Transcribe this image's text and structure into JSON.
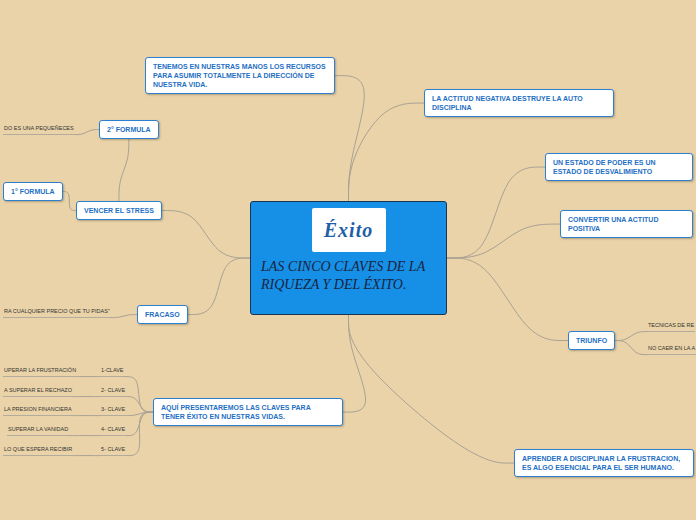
{
  "diagram": {
    "nodes": [
      {
        "text": [
          "LAS CINCO CLAVES DE LA RIQUEZA Y DEL ÉXITO."
        ]
      },
      {
        "text": [
          "TENEMOS EN NUESTRAS MANOS LOS RECURSOS PARA ASUMIR TOTALMENTE LA DIRECCIÓN DE NUESTRA VIDA."
        ]
      },
      {
        "text": [
          "2° FORMULA"
        ]
      },
      {
        "text": [
          "DO ES UNA PEQUEÑECES"
        ]
      },
      {
        "text": [
          "1° FORMULA"
        ]
      },
      {
        "text": [
          "VENCER EL STRESS"
        ]
      },
      {
        "text": [
          "FRACASO"
        ]
      },
      {
        "text": [
          "RA CUALQUIER PRECIO QUE TU PIDAS\""
        ]
      },
      {
        "text": [
          "AQUÍ PRESENTAREMOS LAS CLAVES PARA TENER ÉXITO EN NUESTRAS VIDAS."
        ]
      },
      {
        "text": [
          "1-CLAVE"
        ]
      },
      {
        "text": [
          "UPERAR LA FRUSTRACIÓN"
        ]
      },
      {
        "text": [
          "2- CLAVE"
        ]
      },
      {
        "text": [
          "A SUPERAR EL RECHAZO"
        ]
      },
      {
        "text": [
          "3- CLAVE"
        ]
      },
      {
        "text": [
          "LA PRESION FINANCIERA"
        ]
      },
      {
        "text": [
          "4- CLAVE"
        ]
      },
      {
        "text": [
          "SUPERAR LA VANIDAD"
        ]
      },
      {
        "text": [
          "5- CLAVE"
        ]
      },
      {
        "text": [
          "LO QUE ESPERA RECIBIR"
        ]
      },
      {
        "text": [
          "LA ACTITUD NEGATIVA DESTRUYE LA AUTO DISCIPLINA"
        ]
      },
      {
        "text": [
          "UN ESTADO DE PODER ES UN ESTADO DE DESVALIMIENTO"
        ]
      },
      {
        "text": [
          "CONVERTIR UNA ACTITUD POSITIVA"
        ]
      },
      {
        "text": [
          "TRIUNFO"
        ]
      },
      {
        "text": [
          "TECNICAS DE RE"
        ]
      },
      {
        "text": [
          "NO CAER EN LA A"
        ]
      },
      {
        "text": [
          "APRENDER A DISCIPLINAR LA FRUSTRACION, ES ALGO ESENCIAL PARA EL SER HUMANO."
        ]
      }
    ],
    "edges": [
      {
        "from": 0,
        "to": 1,
        "arrow": "none"
      },
      {
        "from": 0,
        "to": 5,
        "arrow": "none"
      },
      {
        "from": 5,
        "to": 2,
        "arrow": "none"
      },
      {
        "from": 2,
        "to": 3,
        "arrow": "none"
      },
      {
        "from": 5,
        "to": 4,
        "arrow": "none"
      },
      {
        "from": 0,
        "to": 6,
        "arrow": "none"
      },
      {
        "from": 6,
        "to": 7,
        "arrow": "none"
      },
      {
        "from": 0,
        "to": 8,
        "arrow": "none"
      },
      {
        "from": 8,
        "to": 9,
        "arrow": "none"
      },
      {
        "from": 9,
        "to": 10,
        "arrow": "none"
      },
      {
        "from": 8,
        "to": 11,
        "arrow": "none"
      },
      {
        "from": 11,
        "to": 12,
        "arrow": "none"
      },
      {
        "from": 8,
        "to": 13,
        "arrow": "none"
      },
      {
        "from": 13,
        "to": 14,
        "arrow": "none"
      },
      {
        "from": 8,
        "to": 15,
        "arrow": "none"
      },
      {
        "from": 15,
        "to": 16,
        "arrow": "none"
      },
      {
        "from": 8,
        "to": 17,
        "arrow": "none"
      },
      {
        "from": 17,
        "to": 18,
        "arrow": "none"
      },
      {
        "from": 0,
        "to": 19,
        "arrow": "none"
      },
      {
        "from": 0,
        "to": 20,
        "arrow": "none"
      },
      {
        "from": 0,
        "to": 21,
        "arrow": "none"
      },
      {
        "from": 0,
        "to": 22,
        "arrow": "none"
      },
      {
        "from": 22,
        "to": 23,
        "arrow": "none"
      },
      {
        "from": 22,
        "to": 24,
        "arrow": "none"
      },
      {
        "from": 0,
        "to": 25,
        "arrow": "none"
      }
    ],
    "labels": [
      "Éxito"
    ]
  }
}
